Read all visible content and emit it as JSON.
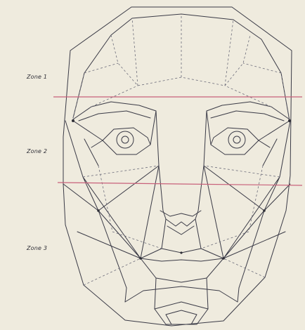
{
  "zones": [
    {
      "label": "Zone 1"
    },
    {
      "label": "Zone 2"
    },
    {
      "label": "Zone 3"
    }
  ],
  "colors": {
    "background": "#efebde",
    "face_lines": "#3a3a46",
    "dashed_lines": "#6c6c7a",
    "zone_dividers": "#c8607a"
  },
  "zone_divider_count": 2
}
